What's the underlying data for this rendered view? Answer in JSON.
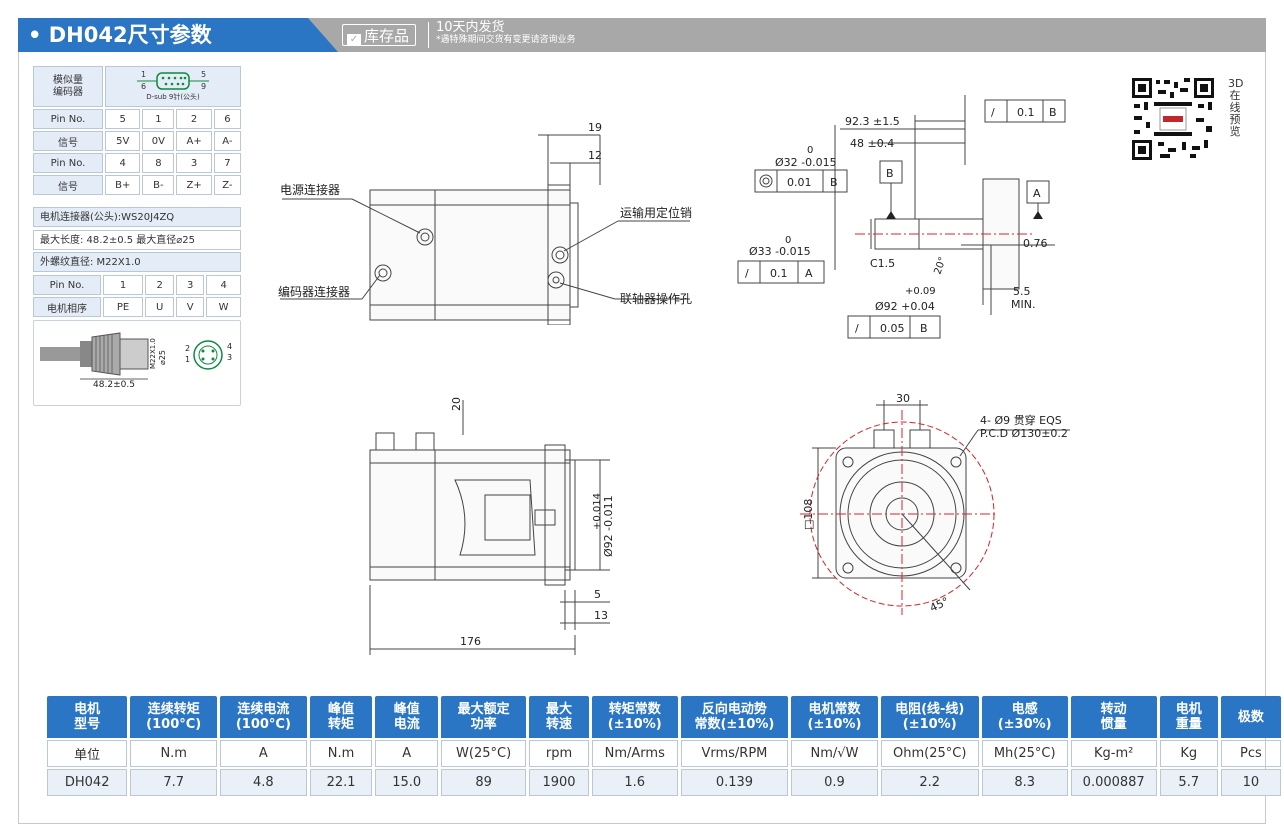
{
  "header": {
    "title": "• DH042尺寸参数",
    "badge": "库存品",
    "delivery_main": "10天内发货",
    "delivery_note": "*遇特殊期间交货有变更请咨询业务"
  },
  "encoder": {
    "title": "模似量\n编码器",
    "connector_label": "D-sub 9针(公头)",
    "pins_top": "1 ... 5",
    "pins_bottom": "6 ... 9",
    "rows": [
      {
        "label": "Pin No.",
        "cells": [
          "5",
          "1",
          "2",
          "6"
        ]
      },
      {
        "label": "信号",
        "cells": [
          "5V",
          "0V",
          "A+",
          "A-"
        ]
      },
      {
        "label": "Pin No.",
        "cells": [
          "4",
          "8",
          "3",
          "7"
        ]
      },
      {
        "label": "信号",
        "cells": [
          "B+",
          "B-",
          "Z+",
          "Z-"
        ]
      }
    ]
  },
  "motor_conn": {
    "connector": "电机连接器(公头):WS20J4ZQ",
    "length": "最大长度: 48.2±0.5   最大直径⌀25",
    "thread": "外螺纹直径:  M22X1.0",
    "rows": [
      {
        "label": "Pin No.",
        "cells": [
          "1",
          "2",
          "3",
          "4"
        ]
      },
      {
        "label": "电机相序",
        "cells": [
          "PE",
          "U",
          "V",
          "W"
        ]
      }
    ],
    "dim_len": "48.2±0.5",
    "dim_m": "M22X1.0",
    "dim_d": "⌀25",
    "pin_a": "1",
    "pin_b": "2",
    "pin_c": "3",
    "pin_d": "4"
  },
  "side_view": {
    "power_label": "电源连接器",
    "encoder_label": "编码器连接器",
    "pin_label": "运输用定位销",
    "coupler_label": "联轴器操作孔",
    "d19": "19",
    "d12": "12"
  },
  "shaft_view": {
    "d923": "92.3 ±1.5",
    "d48": "48 ±0.4",
    "d32": "0",
    "d32b": "Ø32 -0.015",
    "d33": "0",
    "d33b": "Ø33 -0.015",
    "d92a": "+0.09",
    "d92b": "Ø92 +0.04",
    "c15": "C1.5",
    "a20": "20°",
    "d076": "0.76",
    "d55": "5.5",
    "min": "MIN.",
    "tol1": "0.1",
    "ref_b1": "B",
    "tol2": "0.01",
    "ref_b2": "B",
    "tol3": "0.1",
    "ref_a": "A",
    "tol4": "0.05",
    "ref_b3": "B",
    "datum_b": "B",
    "datum_a": "A"
  },
  "bottom_side": {
    "d20": "20",
    "d5": "5",
    "d13": "13",
    "d176": "176",
    "d92": "+0.014",
    "d92b": "Ø92 -0.011"
  },
  "flange": {
    "d30": "30",
    "holes": "4- Ø9 贯穿 EQS",
    "pcd": "P.C.D  Ø130±0.2",
    "sq": "□108",
    "ang": "45°"
  },
  "qr_label": "3D在线预览",
  "table": {
    "headers": [
      "电机\n型号",
      "连续转矩\n(100°C)",
      "连续电流\n(100°C)",
      "峰值\n转矩",
      "峰值\n电流",
      "最大额定\n功率",
      "最大\n转速",
      "转矩常数\n(±10%)",
      "反向电动势\n常数(±10%)",
      "电机常数\n(±10%)",
      "电阻(线-线)\n(±10%)",
      "电感\n(±30%)",
      "转动\n惯量",
      "电机\n重量",
      "极数"
    ],
    "units": [
      "单位",
      "N.m",
      "A",
      "N.m",
      "A",
      "W(25°C)",
      "rpm",
      "Nm/Arms",
      "Vrms/RPM",
      "Nm/√W",
      "Ohm(25°C)",
      "Mh(25°C)",
      "Kg-m²",
      "Kg",
      "Pcs"
    ],
    "values": [
      "DH042",
      "7.7",
      "4.8",
      "22.1",
      "15.0",
      "89",
      "1900",
      "1.6",
      "0.139",
      "0.9",
      "2.2",
      "8.3",
      "0.000887",
      "5.7",
      "10"
    ]
  },
  "colors": {
    "accent": "#2b76c4",
    "bar": "#a8a8a8",
    "light": "#e4edf7",
    "dim_red": "#d8232a"
  }
}
